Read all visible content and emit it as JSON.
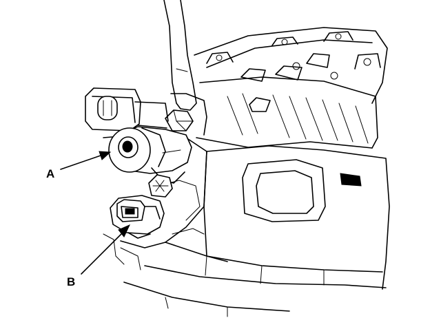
{
  "diagram": {
    "callouts": [
      {
        "id": "A",
        "label": "A"
      },
      {
        "id": "B",
        "label": "B"
      }
    ]
  },
  "colors": {
    "ink": "#000000",
    "background": "#ffffff"
  }
}
